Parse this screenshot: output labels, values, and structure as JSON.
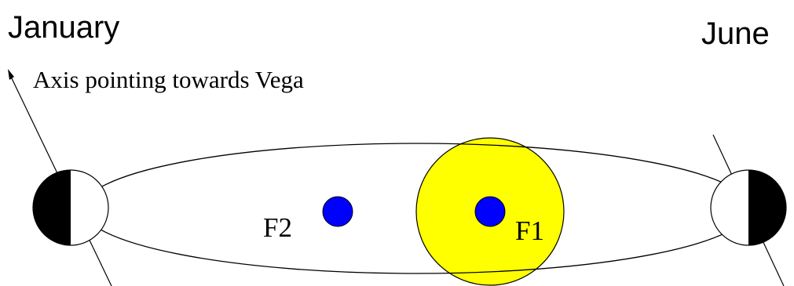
{
  "labels": {
    "left_month": "January",
    "right_month": "June",
    "axis_note": "Axis pointing towards Vega",
    "focus_left": "F2",
    "focus_right": "F1"
  },
  "colors": {
    "sun_fill": "#ffff00",
    "focus_fill": "#0000ff",
    "earth_dark": "#000000",
    "earth_light": "#ffffff",
    "line": "#000000"
  }
}
